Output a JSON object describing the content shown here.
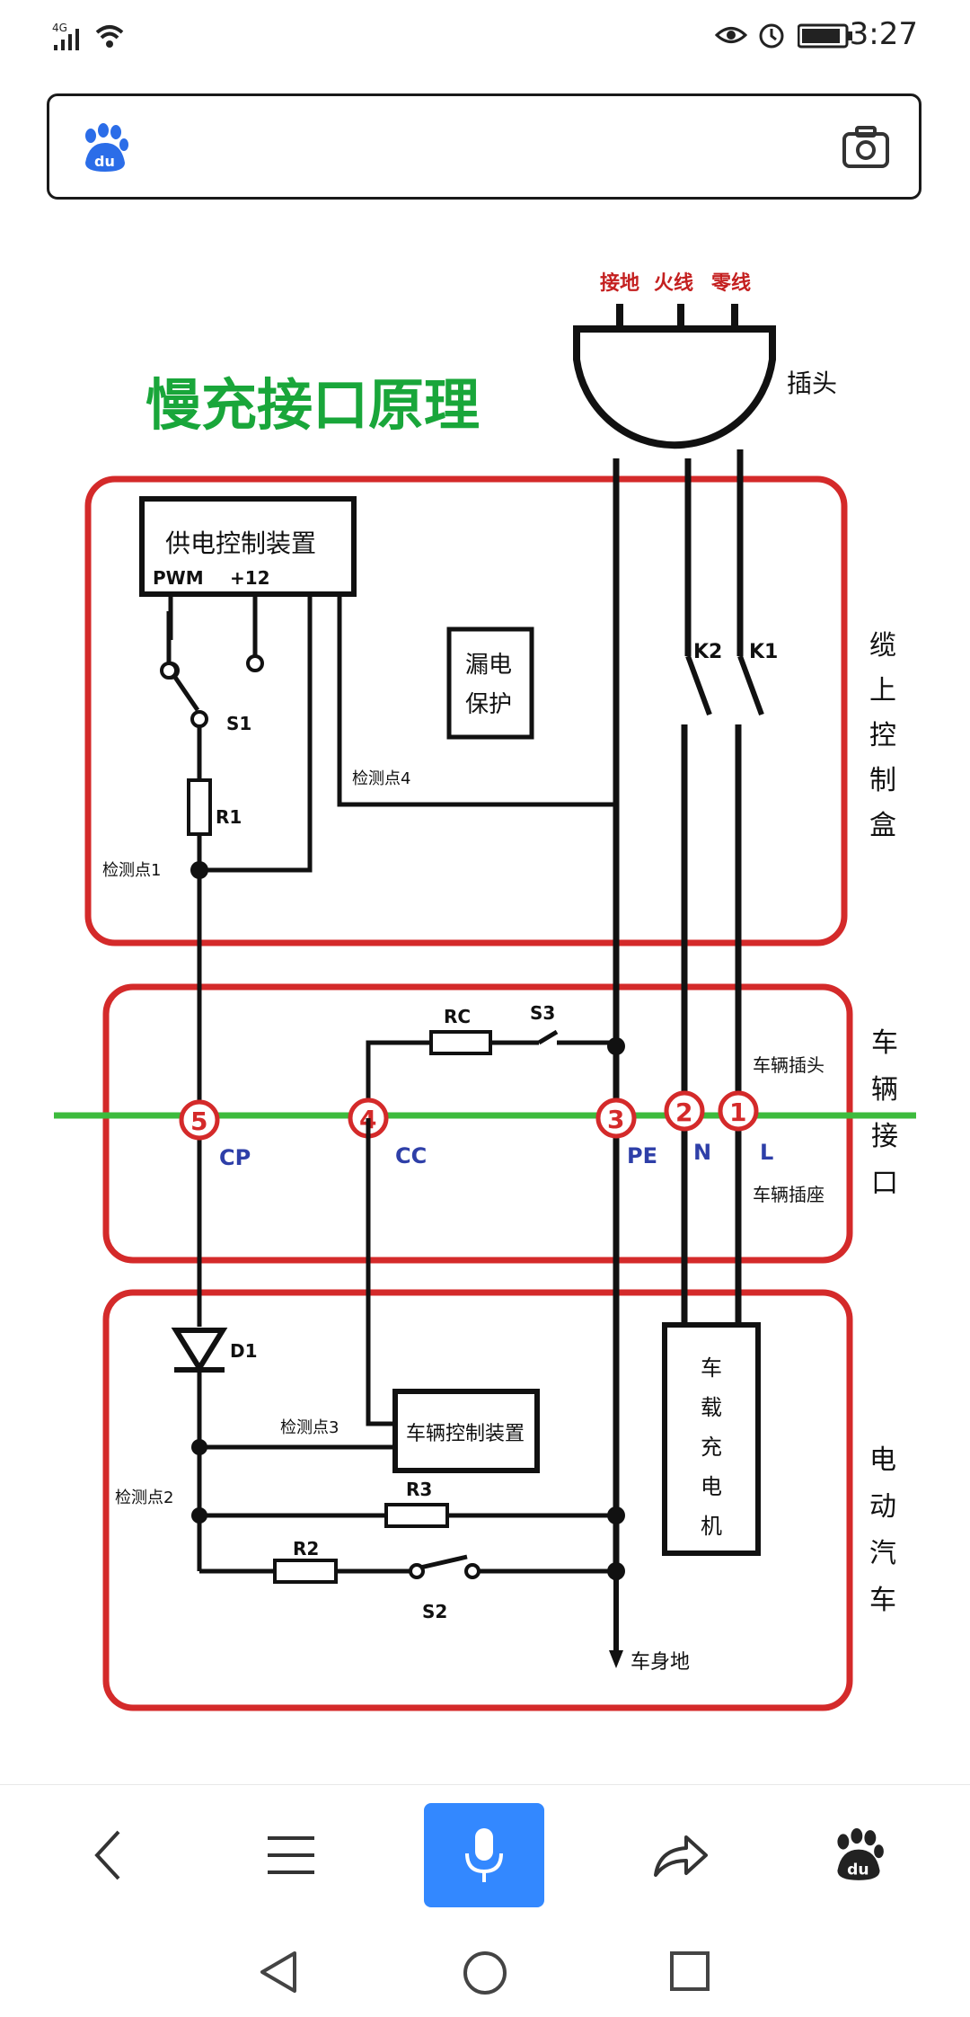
{
  "status": {
    "network": "4G",
    "time": "3:27"
  },
  "search": {
    "logo_text": "du"
  },
  "diagram": {
    "title": "慢充接口原理",
    "plug_labels": [
      "接地",
      "火线",
      "零线"
    ],
    "plug_name": "插头",
    "supply_device": "供电控制装置",
    "pwm": "PWM",
    "plus12": "+12",
    "s1": "S1",
    "r1": "R1",
    "leak_line1": "漏电",
    "leak_line2": "保护",
    "k2": "K2",
    "k1": "K1",
    "cp_point4": "检测点4",
    "cp_point1": "检测点1",
    "cable_box_label": [
      "缆",
      "上",
      "控",
      "制",
      "盒"
    ],
    "rc": "RC",
    "s3": "S3",
    "pins": [
      "5",
      "4",
      "3",
      "2",
      "1"
    ],
    "pin_names": [
      "CP",
      "CC",
      "PE",
      "N",
      "L"
    ],
    "vehicle_plug": "车辆插头",
    "vehicle_socket": "车辆插座",
    "vehicle_interface_label": [
      "车",
      "辆",
      "接",
      "口"
    ],
    "d1": "D1",
    "cp_point3": "检测点3",
    "vehicle_controller": "车辆控制装置",
    "cp_point2": "检测点2",
    "r3": "R3",
    "r2": "R2",
    "s2": "S2",
    "body_ground": "车身地",
    "charger_label": [
      "车",
      "载",
      "充",
      "电",
      "机"
    ],
    "ev_label": [
      "电",
      "动",
      "汽",
      "车"
    ]
  },
  "colors": {
    "title_green": "#19a63a",
    "frame_red": "#d42a2a",
    "pin_blue": "#2e3fa8",
    "plug_red": "#c42020",
    "line_green": "#3dbb3d",
    "mic_blue": "#3388ff"
  },
  "nav": {
    "icons": [
      "back-icon",
      "menu-icon",
      "mic-icon",
      "share-icon",
      "baidu-icon"
    ]
  },
  "system_nav": {
    "icons": [
      "triangle-back-icon",
      "circle-home-icon",
      "square-recents-icon"
    ]
  }
}
